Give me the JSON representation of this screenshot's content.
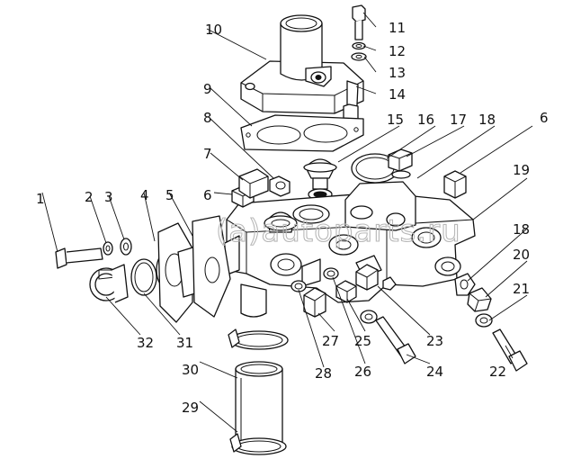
{
  "watermark": "(a)autoparts.ru",
  "callouts": [
    {
      "key": "p1",
      "label": "1"
    },
    {
      "key": "p2",
      "label": "2"
    },
    {
      "key": "p3",
      "label": "3"
    },
    {
      "key": "p4",
      "label": "4"
    },
    {
      "key": "p5",
      "label": "5"
    },
    {
      "key": "p6a",
      "label": "6"
    },
    {
      "key": "p6b",
      "label": "6"
    },
    {
      "key": "p7",
      "label": "7"
    },
    {
      "key": "p8",
      "label": "8"
    },
    {
      "key": "p9",
      "label": "9"
    },
    {
      "key": "p10",
      "label": "10"
    },
    {
      "key": "p11",
      "label": "11"
    },
    {
      "key": "p12",
      "label": "12"
    },
    {
      "key": "p13",
      "label": "13"
    },
    {
      "key": "p14",
      "label": "14"
    },
    {
      "key": "p15",
      "label": "15"
    },
    {
      "key": "p16",
      "label": "16"
    },
    {
      "key": "p17",
      "label": "17"
    },
    {
      "key": "p18a",
      "label": "18"
    },
    {
      "key": "p18b",
      "label": "18"
    },
    {
      "key": "p19",
      "label": "19"
    },
    {
      "key": "p20",
      "label": "20"
    },
    {
      "key": "p21",
      "label": "21"
    },
    {
      "key": "p22",
      "label": "22"
    },
    {
      "key": "p23",
      "label": "23"
    },
    {
      "key": "p24",
      "label": "24"
    },
    {
      "key": "p25",
      "label": "25"
    },
    {
      "key": "p26",
      "label": "26"
    },
    {
      "key": "p27",
      "label": "27"
    },
    {
      "key": "p28",
      "label": "28"
    },
    {
      "key": "p29",
      "label": "29"
    },
    {
      "key": "p30",
      "label": "30"
    },
    {
      "key": "p31",
      "label": "31"
    },
    {
      "key": "p32",
      "label": "32"
    }
  ]
}
